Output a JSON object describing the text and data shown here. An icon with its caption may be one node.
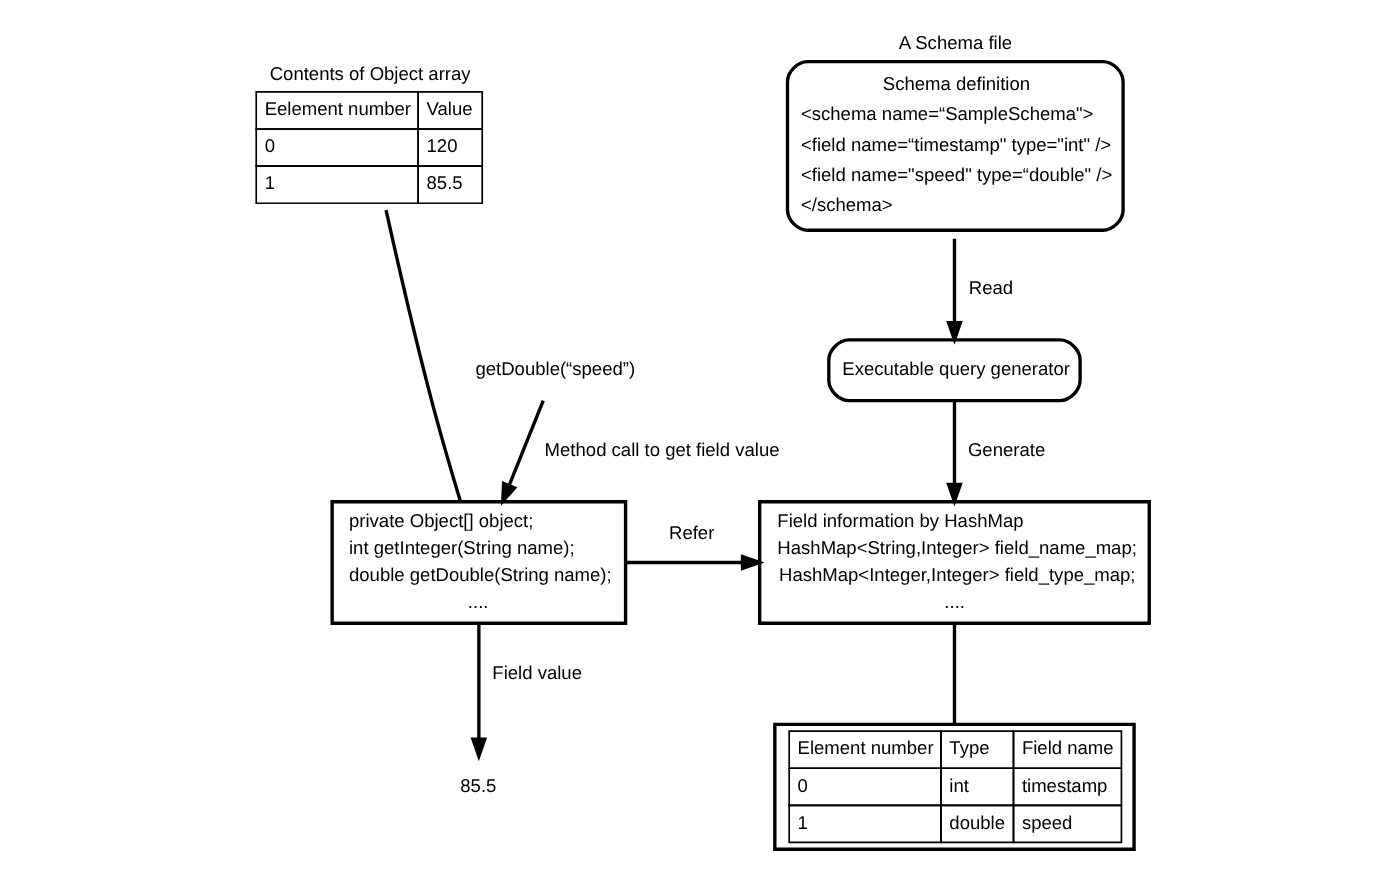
{
  "diagram": {
    "nodes": [
      {
        "text": [
          "A Schema file",
          "Schema definition",
          "<schema name=“SampleSchema\">",
          "<field name=“timestamp\" type=\"int\" />",
          "<field name=\"speed\" type=“double\" />",
          "</schema>"
        ]
      },
      {
        "text": [
          "Executable query generator"
        ]
      },
      {
        "text": [
          "Field information by HashMap",
          "HashMap<String,Integer> field_name_map;",
          "HashMap<Integer,Integer> field_type_map;",
          "...."
        ]
      },
      {
        "text": [
          "Element number",
          "Type",
          "Field name",
          "0",
          "int",
          "timestamp",
          "1",
          "double",
          "speed"
        ]
      },
      {
        "text": [
          "private Object[] object;",
          "int getInteger(String name);",
          "double getDouble(String name);",
          "...."
        ]
      },
      {
        "text": [
          "Contents of Object array",
          "Eelement number",
          "Value",
          "0",
          "120",
          "1",
          "85.5"
        ]
      },
      {
        "text": [
          "getDouble(“speed”)"
        ]
      },
      {
        "text": [
          "85.5"
        ]
      }
    ],
    "edges": [
      {
        "from": 0,
        "to": 1,
        "label": "Read",
        "arrow": "to"
      },
      {
        "from": 1,
        "to": 2,
        "label": "Generate",
        "arrow": "to"
      },
      {
        "from": 4,
        "to": 2,
        "label": "Refer",
        "arrow": "to"
      },
      {
        "from": 2,
        "to": 3,
        "arrow": "none"
      },
      {
        "from": 5,
        "to": 4,
        "arrow": "none"
      },
      {
        "from": 6,
        "to": 4,
        "label": "Method call to get field value",
        "arrow": "to"
      },
      {
        "from": 4,
        "to": 7,
        "label": "Field value",
        "arrow": "to"
      }
    ]
  }
}
